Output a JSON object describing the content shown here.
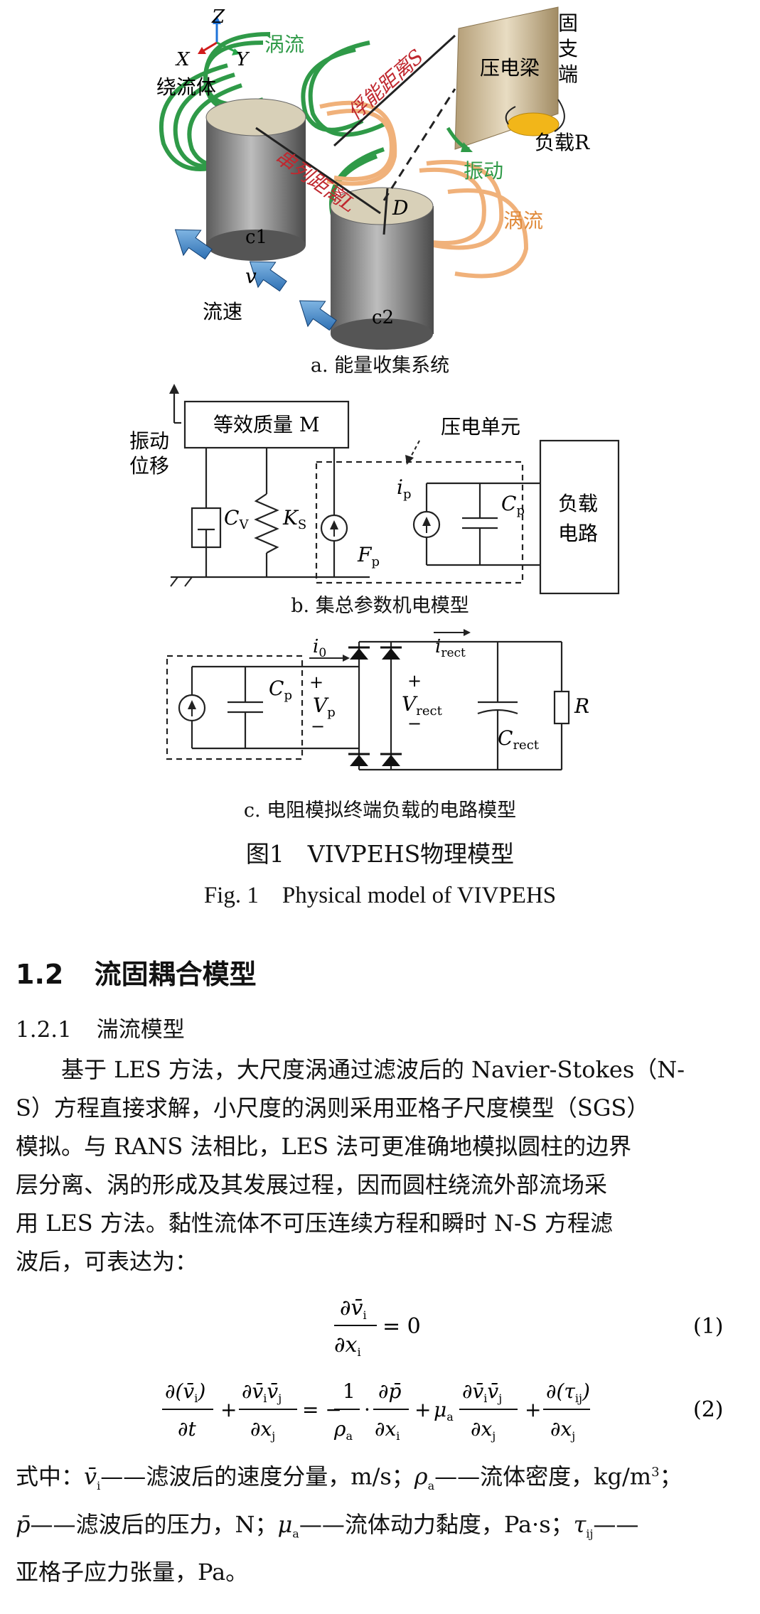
{
  "figure": {
    "panel_a": {
      "axis_z": "Z",
      "axis_x": "X",
      "axis_y": "Y",
      "vortex_top": "涡流",
      "bluff_body": "绕流体",
      "pickup_distance": "俘能距离S",
      "beam": "压电梁",
      "fixed_end": [
        "固",
        "支",
        "端"
      ],
      "load": "负载R",
      "tandem_distance": "串列距离L",
      "vibration": "振动",
      "diameter": "D",
      "vortex_right": "涡流",
      "cyl1": "c1",
      "cyl2": "c2",
      "velocity_sym": "v",
      "flow_speed": "流速",
      "caption": "a. 能量收集系统"
    },
    "panel_b": {
      "mass": "等效质量 M",
      "displacement": [
        "振动",
        "位移"
      ],
      "cv": "C",
      "cv_sub": "V",
      "ks": "K",
      "ks_sub": "S",
      "piezo_unit": "压电单元",
      "ip": "i",
      "ip_sub": "p",
      "cp": "C",
      "cp_sub": "p",
      "fp": "F",
      "fp_sub": "p",
      "load_circuit": [
        "负载",
        "电路"
      ],
      "caption": "b. 集总参数机电模型"
    },
    "panel_c": {
      "i0": "i",
      "i0_sub": "0",
      "cp": "C",
      "cp_sub": "p",
      "vp": "V",
      "vp_sub": "p",
      "plus": "+",
      "minus": "−",
      "vrect": "V",
      "vrect_sub": "rect",
      "irect": "i",
      "irect_sub": "rect",
      "crect": "C",
      "crect_sub": "rect",
      "r": "R",
      "caption": "c. 电阻模拟终端负载的电路模型"
    },
    "title_cn": "图1　VIVPEHS物理模型",
    "title_en": "Fig. 1　Physical model of VIVPEHS"
  },
  "section": {
    "number": "1.2",
    "title": "流固耦合模型"
  },
  "subsection": {
    "number": "1.2.1",
    "title": "湍流模型"
  },
  "paragraph_lines": [
    "基于 LES 方法，大尺度涡通过滤波后的 Navier-Stokes（N-",
    "S）方程直接求解，小尺度的涡则采用亚格子尺度模型（SGS）",
    "模拟。与 RANS 法相比，LES 法可更准确地模拟圆柱的边界",
    "层分离、涡的形成及其发展过程，因而圆柱绕流外部流场采",
    "用 LES 方法。黏性流体不可压连续方程和瞬时 N-S 方程滤",
    "波后，可表达为："
  ],
  "equations": [
    {
      "number": "(1)",
      "rhs": "= 0"
    },
    {
      "number": "(2)",
      "eq": "= −",
      "plus": "+"
    }
  ],
  "definitions": {
    "line1": [
      "式中：",
      "——滤波后的速度分量，m/s；",
      "——流体密度，kg/m",
      "3",
      "；"
    ],
    "line2": [
      "——滤波后的压力，N；",
      "——流体动力黏度，Pa·s；",
      "——"
    ],
    "line3": "亚格子应力张量，Pa。"
  }
}
